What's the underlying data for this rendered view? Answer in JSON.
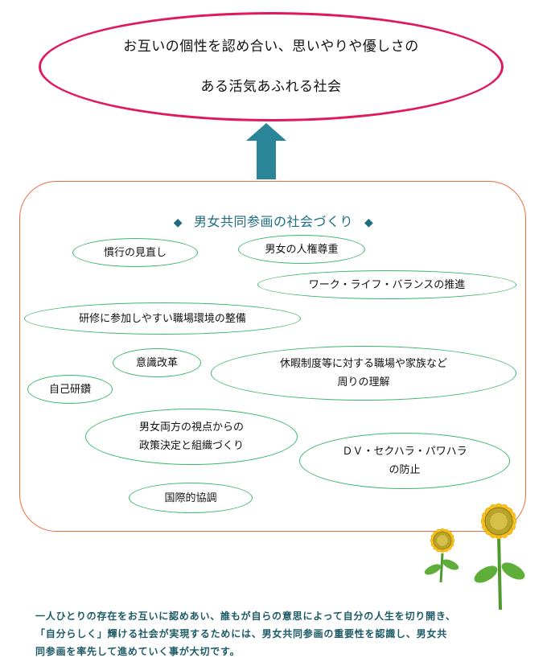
{
  "goal": {
    "line1": "お互いの個性を認め合い、思いやりや優しさの",
    "line2": "ある活気あふれる社会"
  },
  "panel": {
    "title": "男女共同参画の社会づくり",
    "bullet_left": "◆",
    "bullet_right": "◆"
  },
  "ovals": {
    "kankou": "慣行の見直し",
    "jinken": "男女の人権尊重",
    "wlb": "ワーク・ライフ・バランスの推進",
    "kenshu": "研修に参加しやすい職場環境の整備",
    "ishiki": "意識改革",
    "kyuka_line1": "休暇制度等に対する職場や家族など",
    "kyuka_line2": "周りの理解",
    "jiko": "自己研鑽",
    "shiten_line1": "男女両方の視点からの",
    "shiten_line2": "政策決定と組織づくり",
    "dv_line1": "ＤＶ・セクハラ・パワハラ",
    "dv_line2": "の防止",
    "kokusai": "国際的協調"
  },
  "footer": {
    "line1": "一人ひとりの存在をお互いに認めあい、誰もが自らの意思によって自分の人生を切り開き、",
    "line2": "「自分らしく」輝ける社会が実現するためには、男女共同参画の重要性を認識し、男女共",
    "line3": "同参画を率先して進めていく事が大切です。"
  },
  "colors": {
    "goal_border": "#e0185e",
    "arrow": "#2a8598",
    "panel_border": "#ee6a3a",
    "oval_border": "#39b86a",
    "title_text": "#1f6b80",
    "footer_text": "#1c5a66"
  },
  "decoration": "sunflower-icon"
}
